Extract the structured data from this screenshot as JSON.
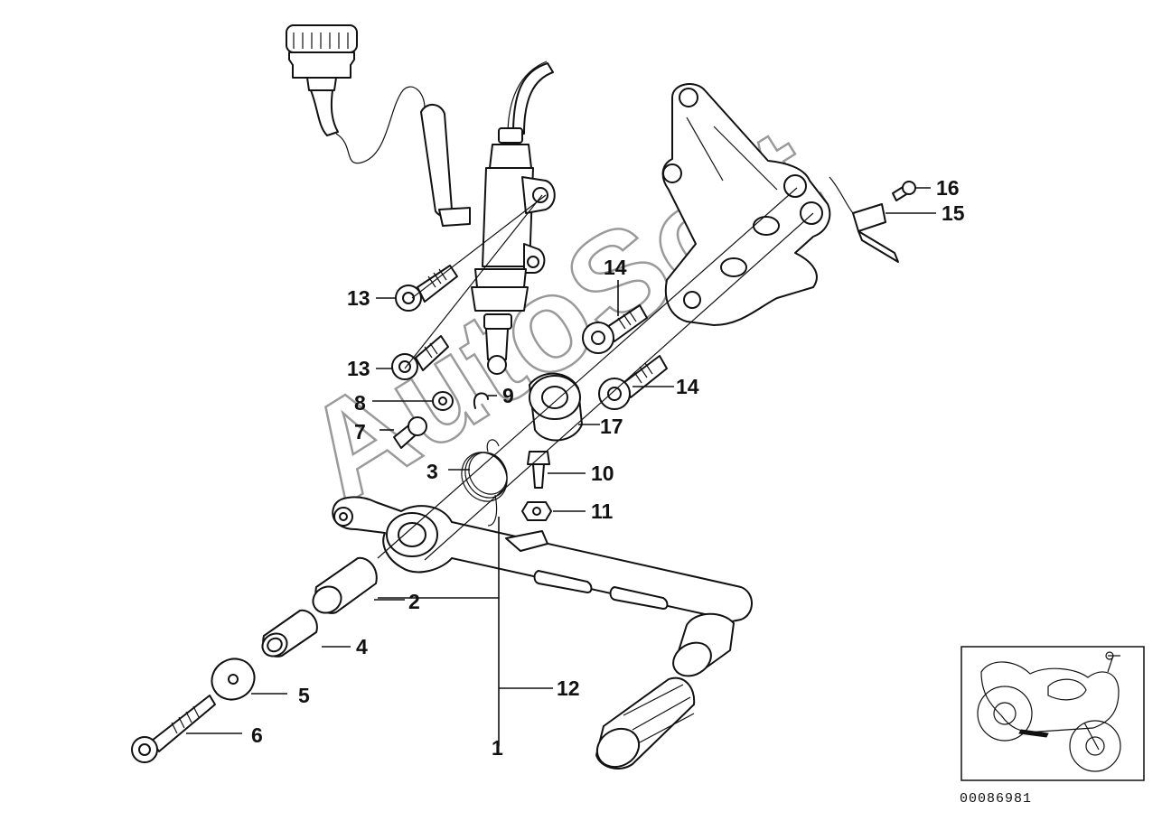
{
  "watermark": "AutoSoft",
  "diagram_id": "00086981",
  "callouts": [
    "1",
    "2",
    "3",
    "4",
    "5",
    "6",
    "7",
    "8",
    "9",
    "10",
    "11",
    "12",
    "13",
    "13",
    "14",
    "14",
    "15",
    "16",
    "17"
  ]
}
